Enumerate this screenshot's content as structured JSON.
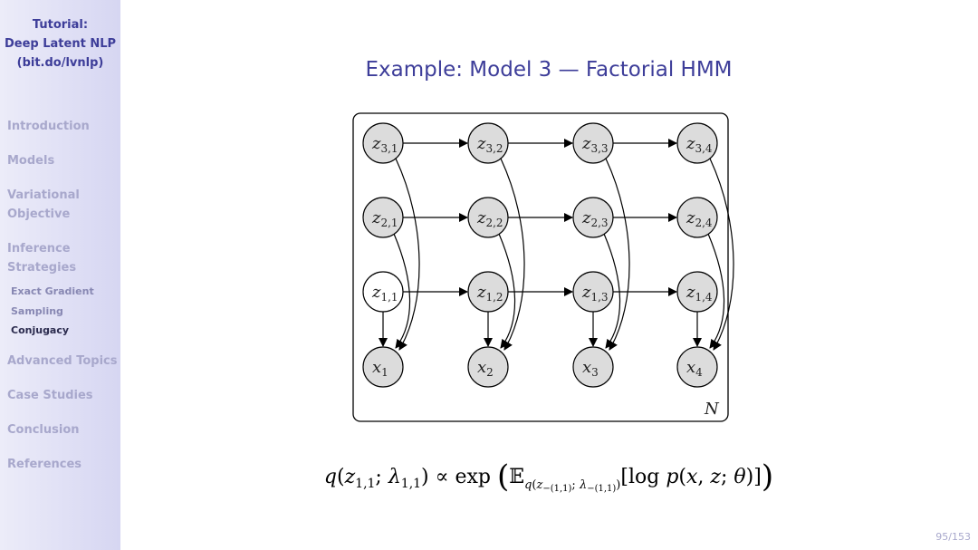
{
  "sidebar": {
    "title_lines": [
      "Tutorial:",
      "Deep Latent NLP",
      "(bit.do/lvnlp)"
    ],
    "sections": [
      {
        "label": "Introduction"
      },
      {
        "label": "Models"
      },
      {
        "label": "Variational"
      },
      {
        "label": "Objective"
      },
      {
        "label": "Inference"
      },
      {
        "label": "Strategies"
      },
      {
        "label": "Advanced Topics"
      },
      {
        "label": "Case Studies"
      },
      {
        "label": "Conclusion"
      },
      {
        "label": "References"
      }
    ],
    "subsections": [
      {
        "label": "Exact Gradient"
      },
      {
        "label": "Sampling"
      },
      {
        "label": "Conjugacy"
      }
    ]
  },
  "slide": {
    "title": "Example:  Model 3 — Factorial HMM",
    "page": "95/153"
  },
  "diagram": {
    "plate_label": "N",
    "latent_rows": [
      [
        "z",
        "3,1",
        "3,2",
        "3,3",
        "3,4"
      ],
      [
        "z",
        "2,1",
        "2,2",
        "2,3",
        "2,4"
      ],
      [
        "z",
        "1,1",
        "1,2",
        "1,3",
        "1,4"
      ]
    ],
    "observed": [
      "1",
      "2",
      "3",
      "4"
    ],
    "observed_symbol": "x",
    "unshaded_node": "z_{1,1}"
  },
  "formula": {
    "text": "q(z1,1; λ1,1) ∝ exp (𝔼q(z−(1,1); λ−(1,1)) [log p(x, z; θ)])"
  }
}
